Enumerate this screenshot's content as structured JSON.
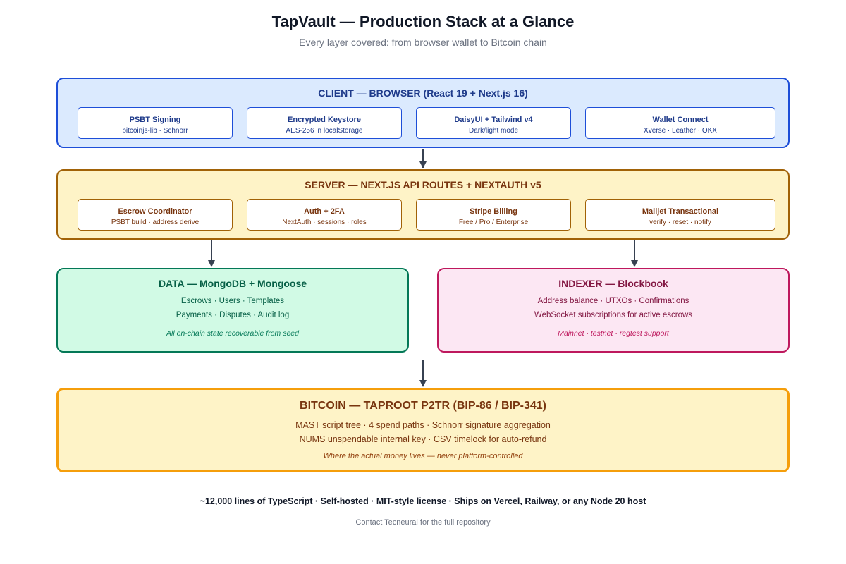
{
  "header": {
    "title": "TapVault — Production Stack at a Glance",
    "subtitle": "Every layer covered: from browser wallet to Bitcoin chain"
  },
  "client": {
    "title": "CLIENT — BROWSER (React 19 + Next.js 16)",
    "cards": [
      {
        "title": "PSBT Signing",
        "sub": "bitcoinjs-lib · Schnorr"
      },
      {
        "title": "Encrypted Keystore",
        "sub": "AES-256 in localStorage"
      },
      {
        "title": "DaisyUI + Tailwind v4",
        "sub": "Dark/light mode"
      },
      {
        "title": "Wallet Connect",
        "sub": "Xverse · Leather · OKX"
      }
    ]
  },
  "server": {
    "title": "SERVER — NEXT.JS API ROUTES + NEXTAUTH v5",
    "cards": [
      {
        "title": "Escrow Coordinator",
        "sub": "PSBT build · address derive"
      },
      {
        "title": "Auth + 2FA",
        "sub": "NextAuth · sessions · roles"
      },
      {
        "title": "Stripe Billing",
        "sub": "Free / Pro / Enterprise"
      },
      {
        "title": "Mailjet Transactional",
        "sub": "verify · reset · notify"
      }
    ]
  },
  "data": {
    "title": "DATA — MongoDB + Mongoose",
    "lines": [
      "Escrows · Users · Templates",
      "Payments · Disputes · Audit log"
    ],
    "note": "All on-chain state recoverable from seed"
  },
  "indexer": {
    "title": "INDEXER — Blockbook",
    "lines": [
      "Address balance · UTXOs · Confirmations",
      "WebSocket subscriptions for active escrows"
    ],
    "note": "Mainnet · testnet · regtest support"
  },
  "bitcoin": {
    "title": "BITCOIN — TAPROOT P2TR (BIP-86 / BIP-341)",
    "lines": [
      "MAST script tree · 4 spend paths · Schnorr signature aggregation",
      "NUMS unspendable internal key · CSV timelock for auto-refund"
    ],
    "note": "Where the actual money lives — never platform-controlled"
  },
  "footer": {
    "summary": "~12,000 lines of TypeScript · Self-hosted · MIT-style license · Ships on Vercel, Railway, or any Node 20 host",
    "contact": "Contact Tecneural for the full repository"
  },
  "colors": {
    "client": "#1d4ed8",
    "server": "#a16207",
    "data": "#047857",
    "indexer": "#be185d",
    "bitcoin": "#f59e0b",
    "arrow": "#374151"
  }
}
